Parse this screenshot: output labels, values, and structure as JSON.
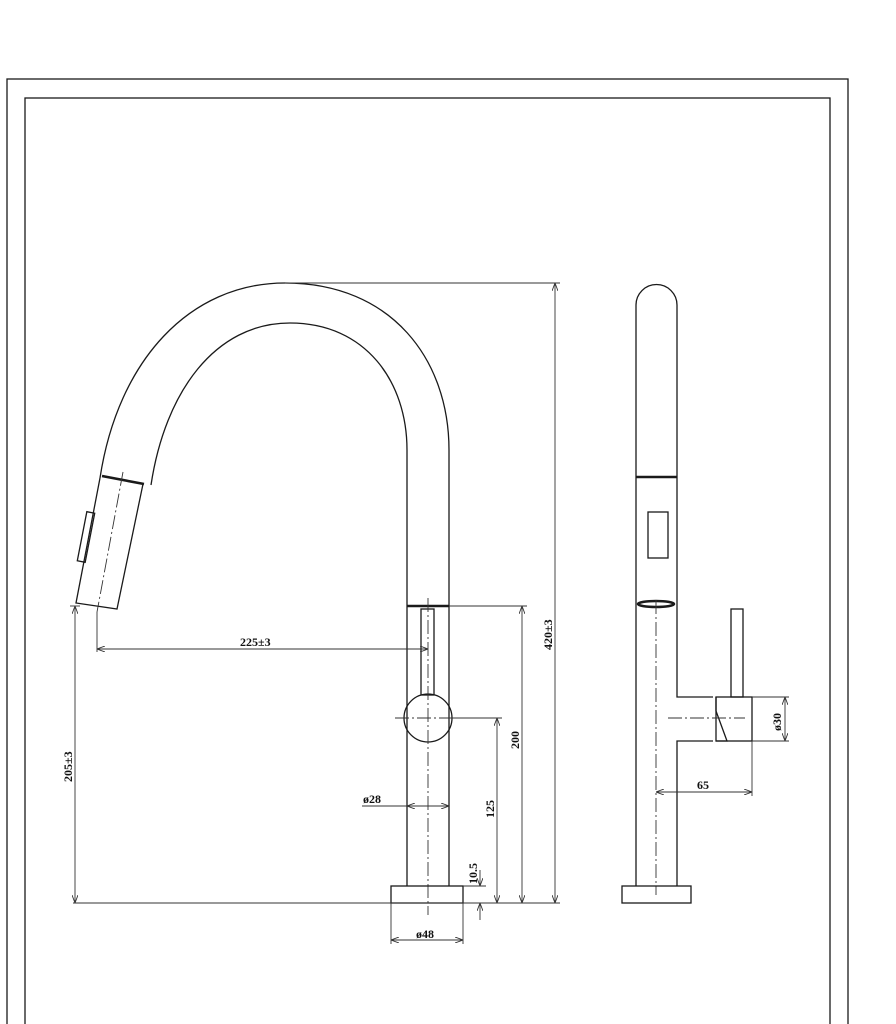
{
  "drawing": {
    "front_view": {
      "reach_label": "225±3",
      "spray_height_label": "205±3",
      "total_height_label": "420±3",
      "body_height_label": "200",
      "handle_height_label": "125",
      "base_height_label": "10.5",
      "body_diameter_label": "ø28",
      "base_diameter_label": "ø48"
    },
    "side_view": {
      "handle_diameter_label": "ø30",
      "handle_projection_label": "65"
    }
  }
}
